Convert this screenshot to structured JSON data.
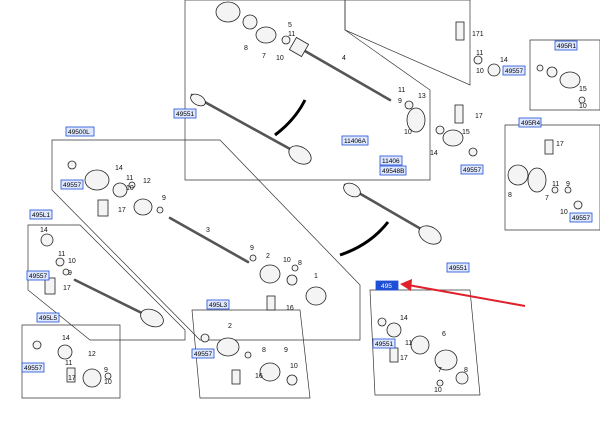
{
  "diagram": {
    "callouts": {
      "c_171": "171",
      "c_1": "1",
      "c_2": "2",
      "c_3": "3",
      "c_4": "4",
      "c_5": "5",
      "c_6": "6",
      "c_7": "7",
      "c_8": "8",
      "c_9": "9",
      "c_10": "10",
      "c_11": "11",
      "c_12": "12",
      "c_13": "13",
      "c_14": "14",
      "c_15": "15",
      "c_16": "16",
      "c_17": "17"
    },
    "references": {
      "r_49500L": "49500L",
      "r_495L1": "495L1",
      "r_495L3": "495L3",
      "r_495L5": "495L5",
      "r_495R1": "495R1",
      "r_495R4": "495R4",
      "r_49551": "49551",
      "r_49557": "49557",
      "r_49548B": "49548B",
      "r_11406A": "11406A",
      "r_11406": "11406",
      "r_495_highlight": "495"
    },
    "colors": {
      "reference_fill": "#dfe8ff",
      "reference_stroke": "#1f4fd6",
      "highlight": "#1f4fd6",
      "arrow": "#e0202a"
    }
  }
}
